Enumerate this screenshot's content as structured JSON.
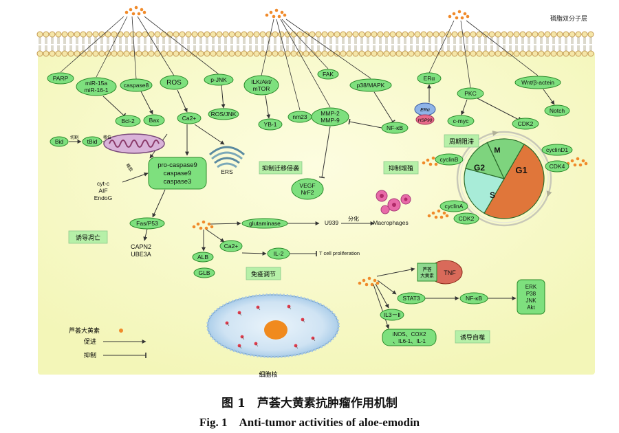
{
  "membrane_label": "磷脂双分子层",
  "nodes": {
    "parp": "PARP",
    "mir": [
      "miR-15a",
      "miR-16-1"
    ],
    "caspase8": "caspase8",
    "ros": "ROS",
    "pjnk": "p-JNK",
    "ilk": [
      "ILK/Akt/",
      "mTOR"
    ],
    "fak": "FAK",
    "p38": "p38/MAPK",
    "era": "ERα",
    "wnt": "Wnt/β-actein",
    "bcl2": "Bcl-2",
    "bax": "Bax",
    "ca2": "Ca2+",
    "rosjnk": "ROS/JNK",
    "yb1": "YB-1",
    "nm23": "nm23",
    "mmp": [
      "MMP-2",
      "MMP-9"
    ],
    "nfkb1": "NF-κB",
    "pkc": "PKC",
    "notch": "Notch",
    "cmyc": "c-myc",
    "cdk2a": "CDK2",
    "bid": "Bid",
    "tbid": "tBid",
    "procasp": [
      "pro-caspase9",
      "caspase9",
      "caspase3"
    ],
    "ers": "ERS",
    "cytc": [
      "cyt-c",
      "AIF",
      "EndoG"
    ],
    "vegf": [
      "VEGF",
      "NrF2"
    ],
    "cyclinb": "cyclinB",
    "cyclind1": "cyclinD1",
    "cdk4": "CDK4",
    "cyclina": "cyclinA",
    "cdk2b": "CDK2",
    "fasp53": "Fas/P53",
    "capn": [
      "CAPN2",
      "UBE3A"
    ],
    "glutaminase": "glutaminase",
    "u939": "U939",
    "macrophages": "Macrophages",
    "alb": "ALB",
    "glb": "GLB",
    "ca2b": "Ca2+",
    "il2": "IL-2",
    "tcell": "T cell proliferation",
    "tnf": "TNF",
    "stat3": "STAT3",
    "nfkb2": "NF-κB",
    "erk": [
      "ERK",
      "P38",
      "JNK",
      "Akt"
    ],
    "il3": "IL3－Ⅱ",
    "inos": [
      "iNOS、COX2",
      "、IL6-1、IL-1"
    ],
    "era_dimer": "ERα",
    "hsp90": "HSP90",
    "aloe_small": [
      "芦荟",
      "大黄素"
    ]
  },
  "inline_labels": {
    "qiege": "切割",
    "yiwei": "移位",
    "shifang": "释放",
    "fenhua": "分化"
  },
  "section_labels": {
    "yidao_diaowang": "诱导凋亡",
    "yizhi_qianyi": "抑制迁移侵袭",
    "yizhi_zengzhi": "抑制增殖",
    "zhouqi_zuzhi": "周期阻滞",
    "mianyi_tiaojie": "免疫调节",
    "yidao_zishi": "诱导自噬"
  },
  "cell_cycle": [
    "G1",
    "G2",
    "S",
    "M"
  ],
  "legend": {
    "aloe_emodin": "芦荟大黄素",
    "promote": "促进",
    "inhibit": "抑制"
  },
  "nucleus_label": "细胞核",
  "caption": {
    "cn": "图 1　芦荟大黄素抗肿瘤作用机制",
    "en": "Fig. 1　Anti-tumor activities of aloe-emodin"
  },
  "colors": {
    "node_fill": "#7ee07e",
    "node_stroke": "#2a8a2a",
    "label_fill": "#b6f0a8",
    "cytoplasm": "#fbfbd2",
    "membrane_head": "#f5e6a8",
    "emodin_dot": "#f08a2a",
    "g1": "#e0763a",
    "g2": "#7ed47e",
    "s": "#a8ecd8",
    "m": "#7ed47e",
    "nucleus": "#cfe6f7",
    "nucleus_core": "#f08a1e"
  }
}
